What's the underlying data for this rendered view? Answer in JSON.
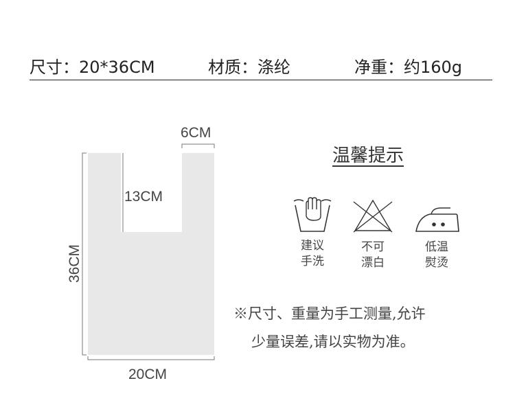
{
  "specs": {
    "size": "尺寸：20*36CM",
    "material": "材质：涤纶",
    "weight": "净重：约160g"
  },
  "diagram": {
    "top_width": "6CM",
    "handle_depth": "13CM",
    "height": "36CM",
    "width": "20CM",
    "bag_color": "#e8e8e8"
  },
  "tips": {
    "title": "温馨提示",
    "care_items": [
      {
        "icon": "hand-wash-icon",
        "line1": "建议",
        "line2": "手洗"
      },
      {
        "icon": "no-bleach-icon",
        "line1": "不可",
        "line2": "漂白"
      },
      {
        "icon": "low-iron-icon",
        "line1": "低温",
        "line2": "熨烫"
      }
    ],
    "note_line1": "※尺寸、重量为手工测量,允许",
    "note_line2": "少量误差,请以实物为准。"
  }
}
